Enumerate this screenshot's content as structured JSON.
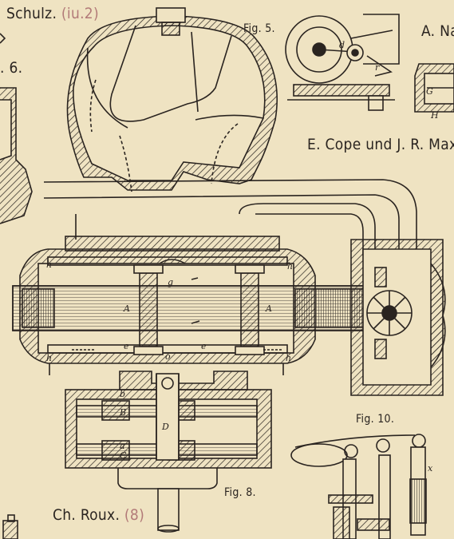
{
  "labels": {
    "schulz": "Schulz.",
    "schulz_ref": "(iu.2)",
    "fig6_fragment": ". 6.",
    "fig5": "Fig. 5.",
    "a_na": "A. Na",
    "cope": "E. Cope und J. R. Maxv",
    "fig10": "Fig. 10.",
    "fig8": "Fig. 8.",
    "roux": "Ch. Roux.",
    "roux_ref": "(8)"
  },
  "colors": {
    "paper": "#efe3c2",
    "ink": "#2a2420",
    "pencil": "#b27a78"
  }
}
